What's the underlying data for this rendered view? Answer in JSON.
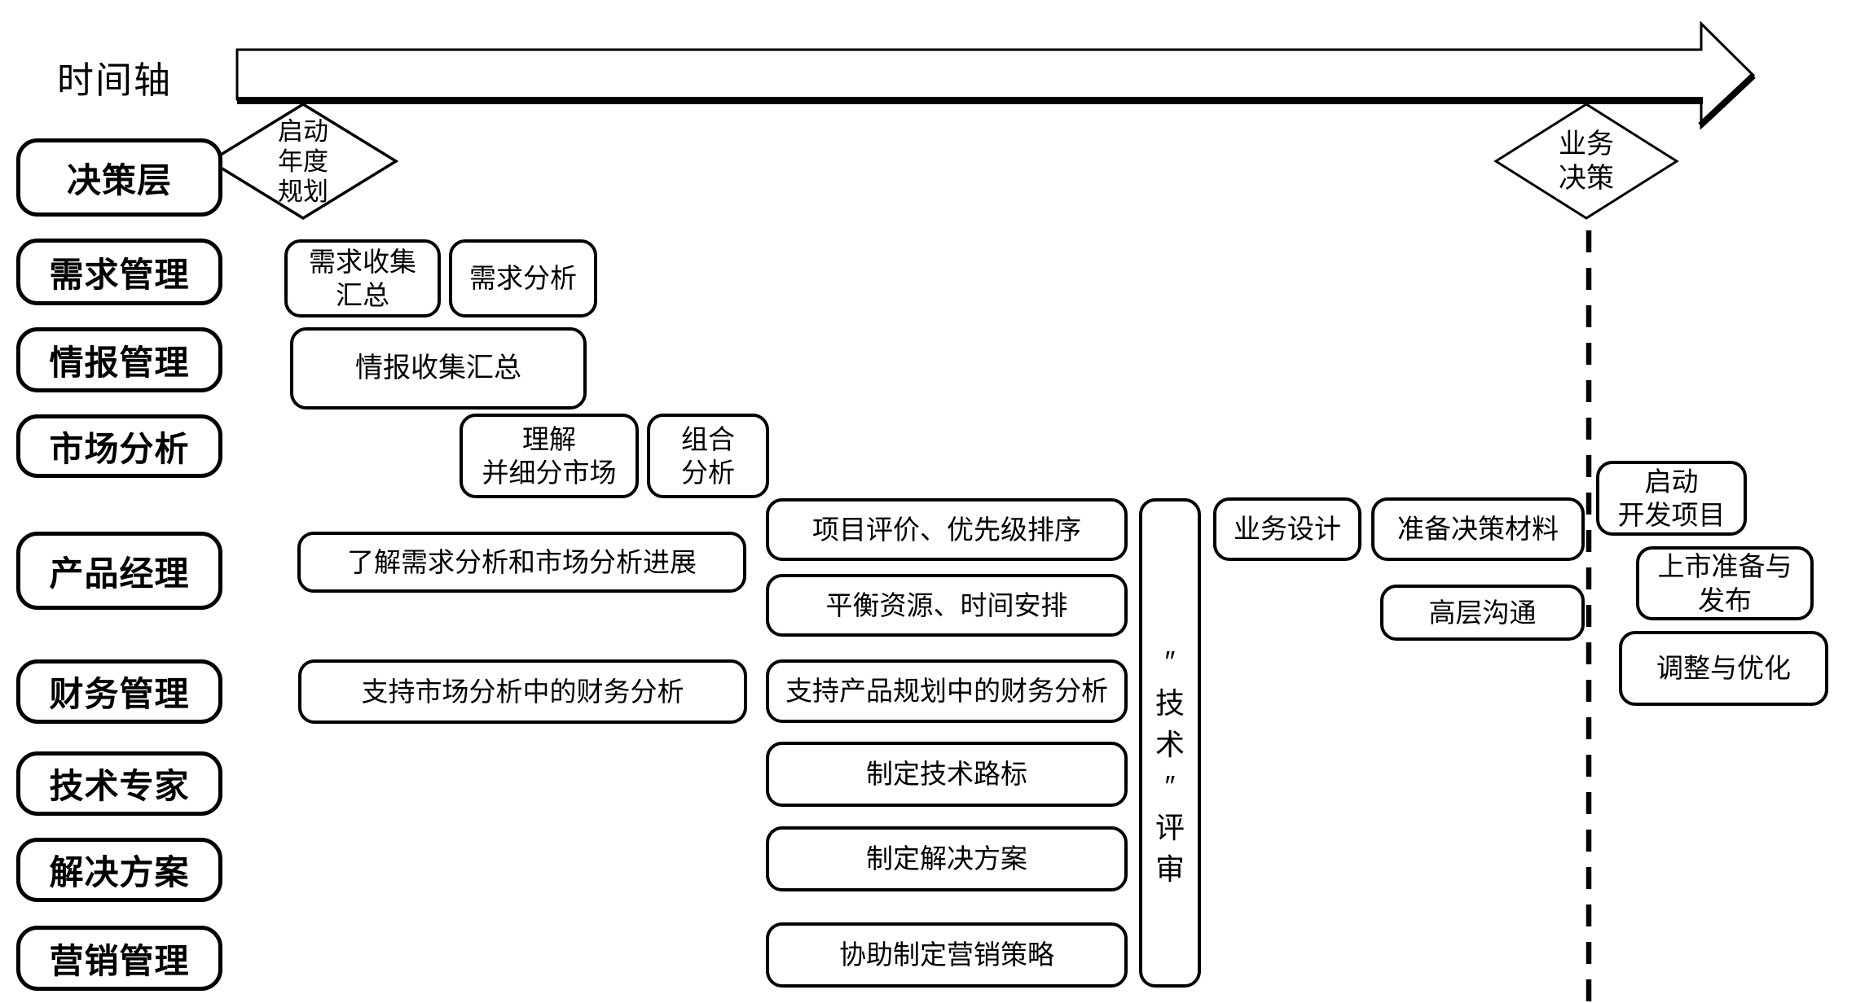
{
  "timeline": {
    "label": "时间轴"
  },
  "milestones": {
    "annual_planning": {
      "label": "启动\n年度\n规划"
    },
    "business_decision": {
      "label": "业务\n决策"
    }
  },
  "lanes": [
    {
      "label": "决策层"
    },
    {
      "label": "需求管理"
    },
    {
      "label": "情报管理"
    },
    {
      "label": "市场分析"
    },
    {
      "label": "产品经理"
    },
    {
      "label": "财务管理"
    },
    {
      "label": "技术专家"
    },
    {
      "label": "解决方案"
    },
    {
      "label": "营销管理"
    }
  ],
  "tasks": {
    "req_collect": "需求收集\n汇总",
    "req_analysis": "需求分析",
    "intel_collect": "情报收集汇总",
    "understand_segment": "理解\n并细分市场",
    "portfolio_analysis": "组合\n分析",
    "know_progress": "了解需求分析和市场分析进展",
    "proj_eval": "项目评价、优先级排序",
    "balance_resources": "平衡资源、时间安排",
    "fin_support_market": "支持市场分析中的财务分析",
    "fin_support_product": "支持产品规划中的财务分析",
    "tech_roadmap": "制定技术路标",
    "make_solution": "制定解决方案",
    "marketing_strategy": "协助制定营销策略",
    "tech_review": "″\n技\n术\n″\n评\n审",
    "biz_design": "业务设计",
    "prep_decision_material": "准备决策材料",
    "exec_communication": "高层沟通",
    "start_dev_project": "启动\n开发项目",
    "launch_prep": "上市准备与\n发布",
    "adjust_optimize": "调整与优化"
  },
  "colors": {
    "line": "#000000",
    "fill": "#ffffff"
  }
}
